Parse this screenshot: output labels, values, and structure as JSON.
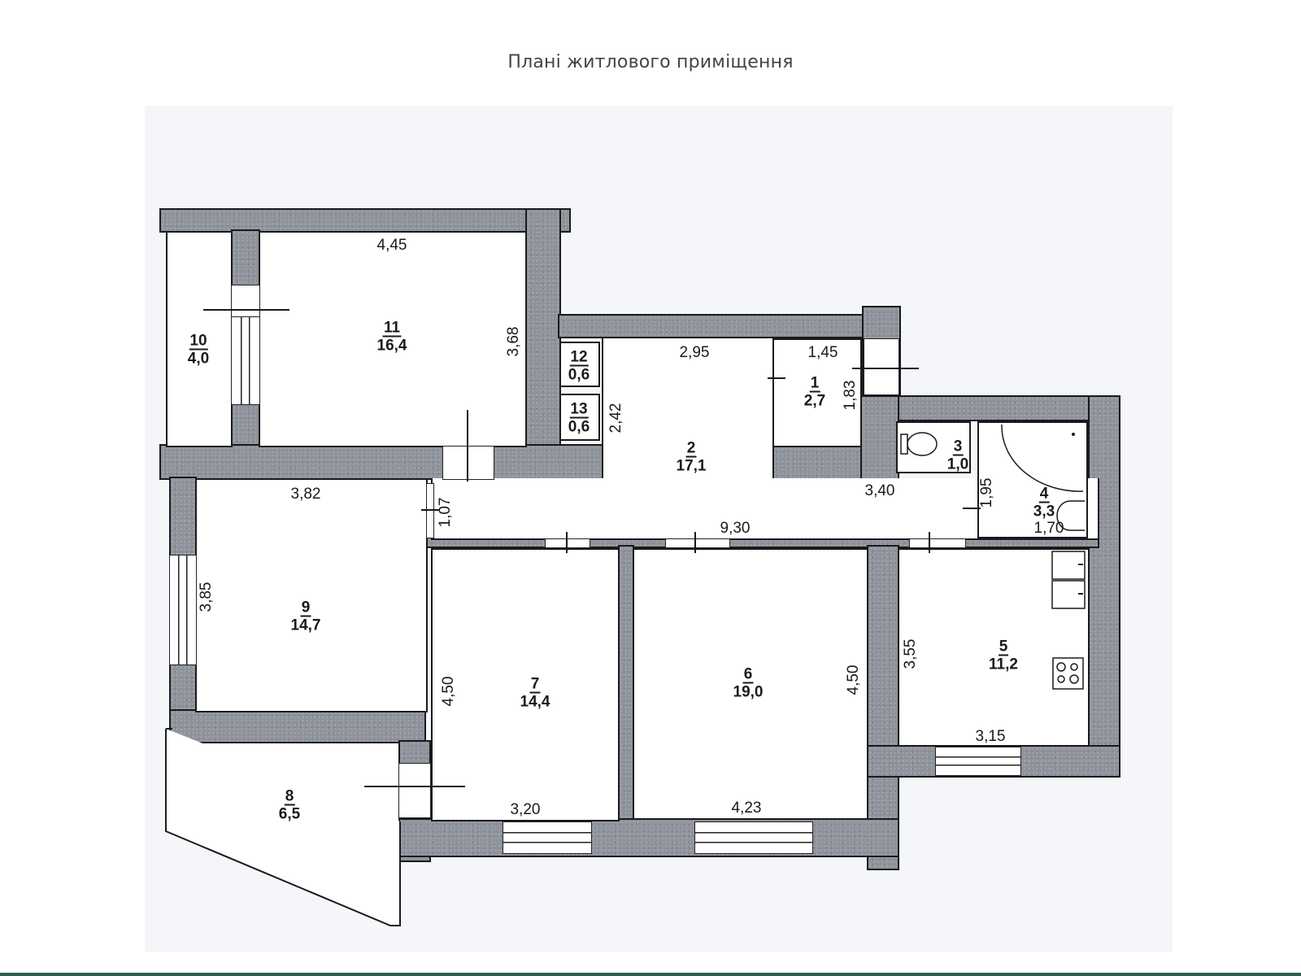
{
  "title": "Плані житлового приміщення",
  "rooms": [
    {
      "id": "1",
      "area": "2,7"
    },
    {
      "id": "2",
      "area": "17,1"
    },
    {
      "id": "3",
      "area": "1,0"
    },
    {
      "id": "4",
      "area": "3,3"
    },
    {
      "id": "5",
      "area": "11,2"
    },
    {
      "id": "6",
      "area": "19,0"
    },
    {
      "id": "7",
      "area": "14,4"
    },
    {
      "id": "8",
      "area": "6,5"
    },
    {
      "id": "9",
      "area": "14,7"
    },
    {
      "id": "10",
      "area": "4,0"
    },
    {
      "id": "11",
      "area": "16,4"
    },
    {
      "id": "12",
      "area": "0,6"
    },
    {
      "id": "13",
      "area": "0,6"
    }
  ],
  "dimensions": {
    "r11_width": "4,45",
    "r11_height": "3,68",
    "r2_width": "2,95",
    "r2_height": "2,42",
    "r1_width": "1,45",
    "r1_height": "1,83",
    "corridor_right": "3,40",
    "r4_height": "1,95",
    "r4_width": "1,70",
    "r9_width": "3,82",
    "r9_height": "3,85",
    "door_width": "1,07",
    "corridor_length": "9,30",
    "r7_height": "4,50",
    "r7_width": "3,20",
    "r6_width": "4,23",
    "r6_height": "4,50",
    "r5_height": "3,55",
    "r5_width": "3,15"
  }
}
